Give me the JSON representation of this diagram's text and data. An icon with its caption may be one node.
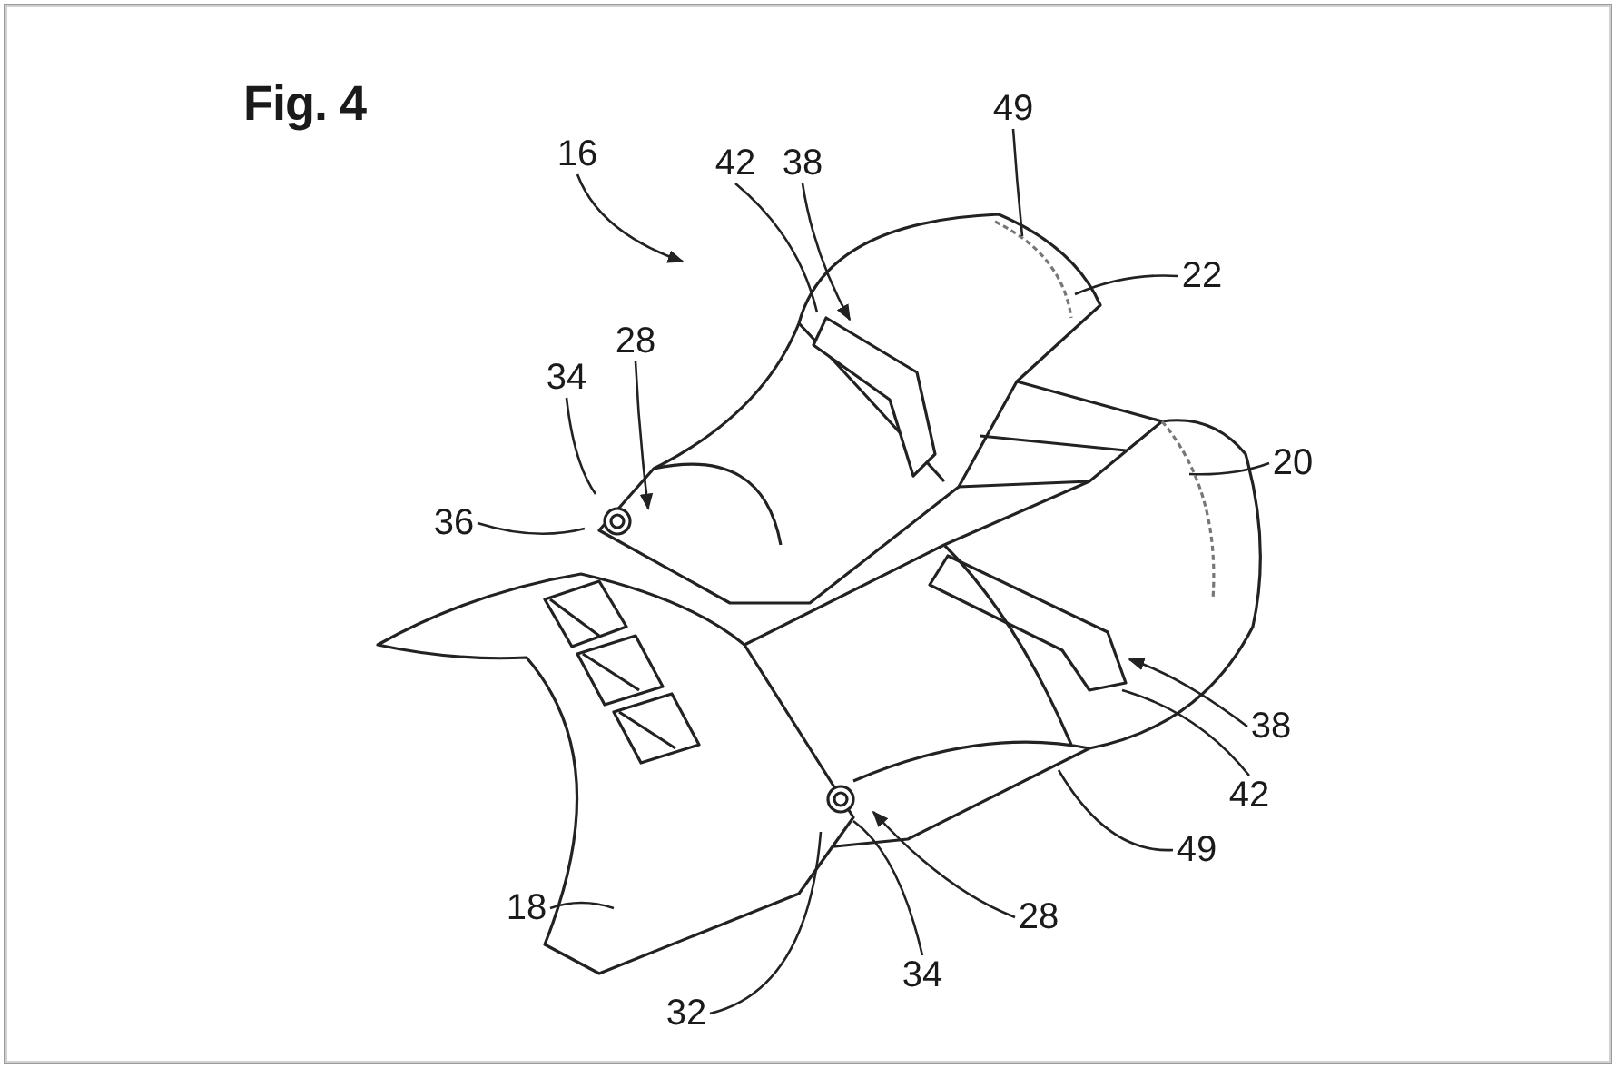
{
  "diagram": {
    "title": "Fig. 4",
    "nodes": [
      {
        "text": [
          "16"
        ]
      },
      {
        "text": [
          "42"
        ]
      },
      {
        "text": [
          "38"
        ]
      },
      {
        "text": [
          "49"
        ]
      },
      {
        "text": [
          "22"
        ]
      },
      {
        "text": [
          "28"
        ]
      },
      {
        "text": [
          "34"
        ]
      },
      {
        "text": [
          "36"
        ]
      },
      {
        "text": [
          "20"
        ]
      },
      {
        "text": [
          "38"
        ]
      },
      {
        "text": [
          "42"
        ]
      },
      {
        "text": [
          "49"
        ]
      },
      {
        "text": [
          "28"
        ]
      },
      {
        "text": [
          "34"
        ]
      },
      {
        "text": [
          "18"
        ]
      },
      {
        "text": [
          "32"
        ]
      }
    ],
    "edges": [
      {
        "from": 0,
        "to": null,
        "arrow": "to"
      },
      {
        "from": 1,
        "to": null,
        "arrow": "none"
      },
      {
        "from": 2,
        "to": null,
        "arrow": "to"
      },
      {
        "from": 3,
        "to": null,
        "arrow": "none"
      },
      {
        "from": 4,
        "to": null,
        "arrow": "none"
      },
      {
        "from": 5,
        "to": null,
        "arrow": "to"
      },
      {
        "from": 6,
        "to": null,
        "arrow": "none"
      },
      {
        "from": 7,
        "to": null,
        "arrow": "none"
      },
      {
        "from": 8,
        "to": null,
        "arrow": "none"
      },
      {
        "from": 9,
        "to": null,
        "arrow": "to"
      },
      {
        "from": 10,
        "to": null,
        "arrow": "none"
      },
      {
        "from": 11,
        "to": null,
        "arrow": "none"
      },
      {
        "from": 12,
        "to": null,
        "arrow": "to"
      },
      {
        "from": 13,
        "to": null,
        "arrow": "none"
      },
      {
        "from": 14,
        "to": null,
        "arrow": "none"
      },
      {
        "from": 15,
        "to": null,
        "arrow": "none"
      }
    ]
  }
}
